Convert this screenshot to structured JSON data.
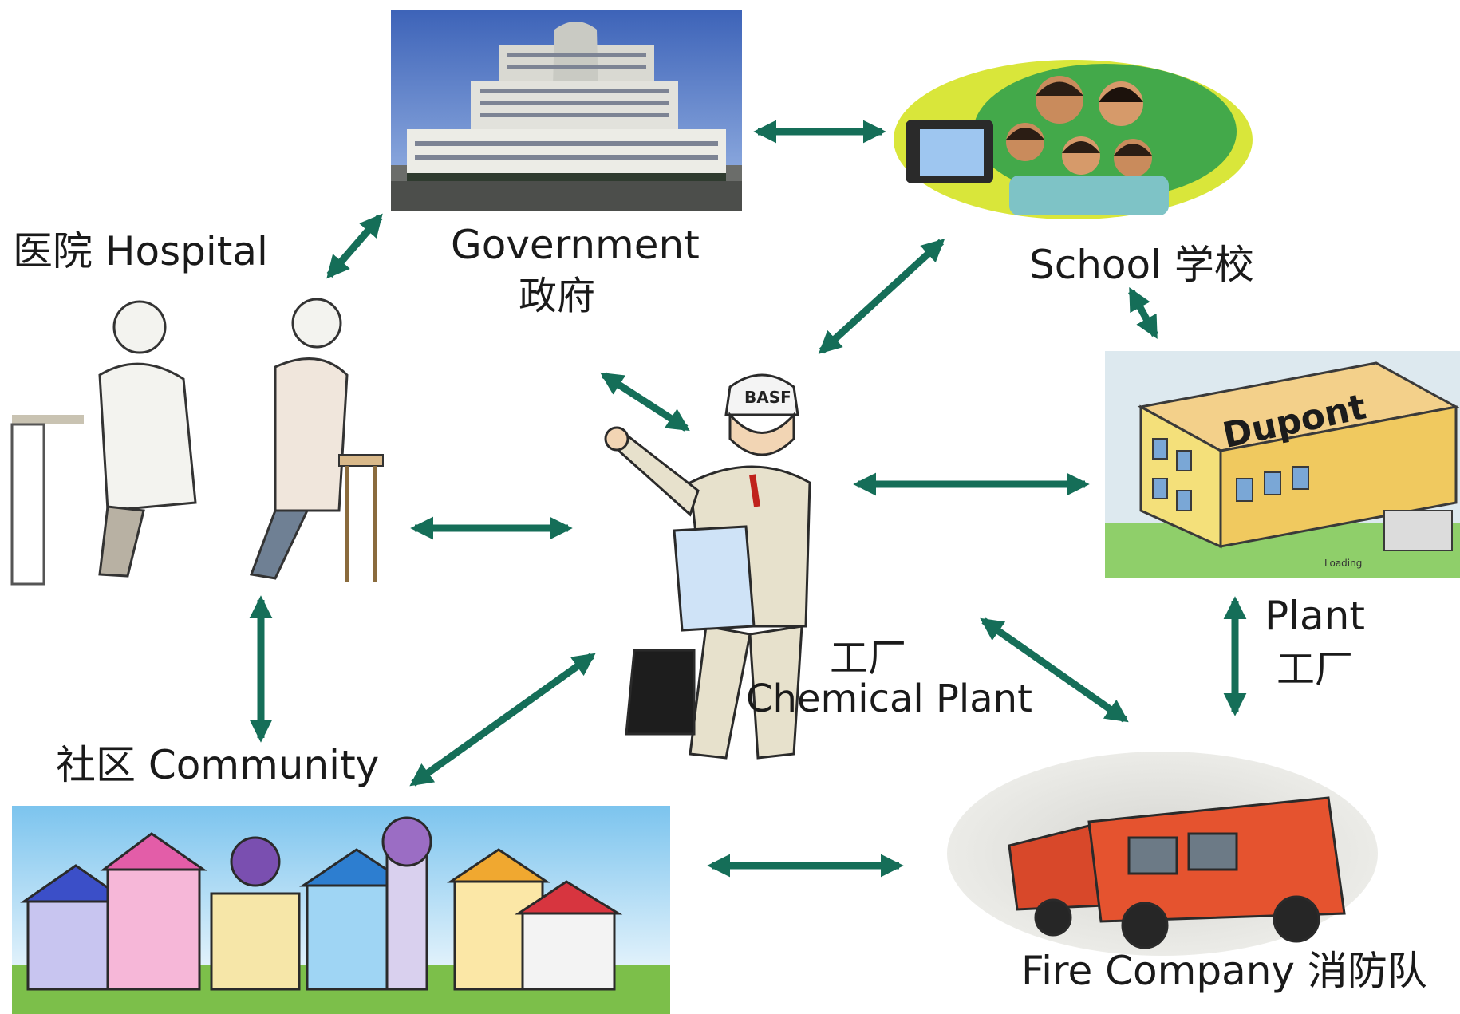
{
  "labels": {
    "hospital": "医院 Hospital",
    "government_en": "Government",
    "government_zh": "政府",
    "school": "School 学校",
    "community": "社区 Community",
    "plant_en": "Plant",
    "plant_zh": "工厂",
    "chemical_zh": "工厂",
    "chemical_en": "Chemical Plant",
    "fire": "Fire Company 消防队"
  },
  "images": {
    "basf_helmet": "BASF",
    "dupont_roof": "Dupont",
    "dupont_sign": "Loading"
  },
  "colors": {
    "arrow": "#156e58"
  }
}
